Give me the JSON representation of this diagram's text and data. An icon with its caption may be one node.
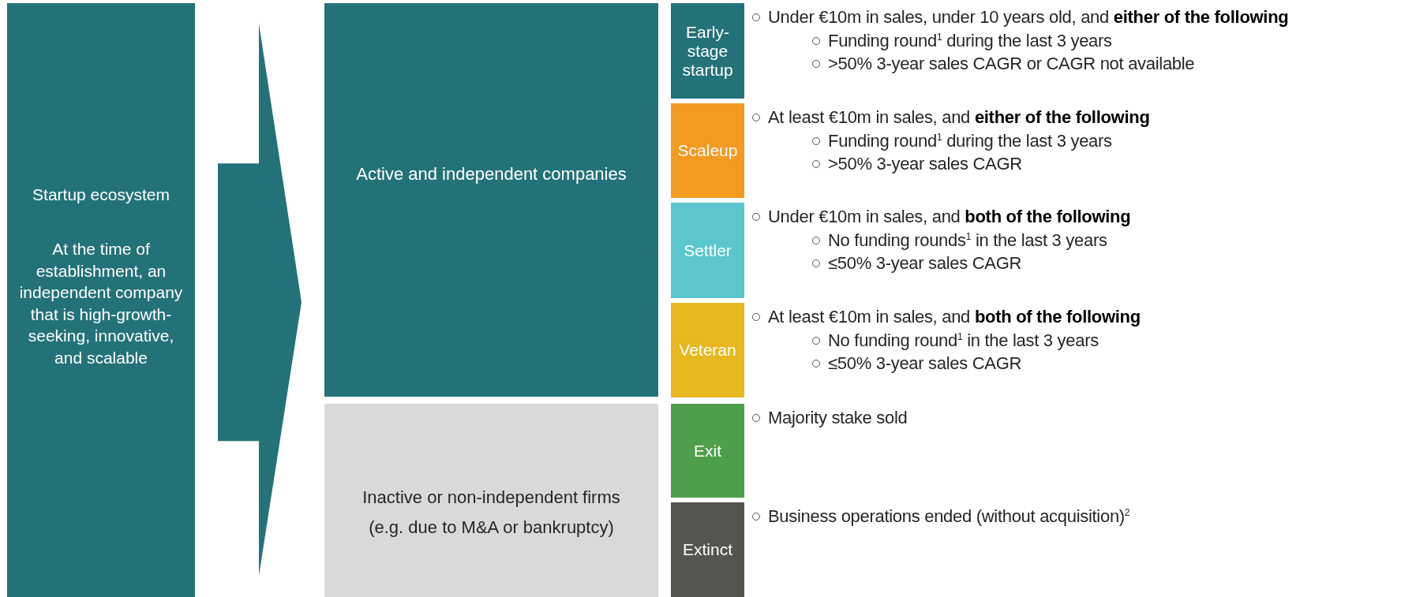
{
  "diagram": {
    "nodes": [
      {
        "text": [
          "Startup ecosystem",
          "At the time of establishment, an independent company that is high-growth-seeking, innovative, and scalable"
        ]
      },
      {
        "text": [
          "Active and independent companies"
        ]
      },
      {
        "text": [
          "Inactive or non-independent firms (e.g. due to M&A or bankruptcy)"
        ]
      },
      {
        "text": [
          "Early-stage startup"
        ],
        "beside": [
          "Under €10m in sales, under 10 years old, and **either of the following**",
          "Funding round$^{1}$ during the last 3 years",
          ">50% 3-year sales CAGR or CAGR not available"
        ]
      },
      {
        "text": [
          "Scaleup"
        ],
        "beside": [
          "At least €10m in sales, and **either of the following**",
          "Funding round$^{1}$ during the last 3 years",
          ">50% 3-year sales CAGR"
        ]
      },
      {
        "text": [
          "Settler"
        ],
        "beside": [
          "Under €10m in sales, and **both of the following**",
          "No funding rounds$^{1}$ in the last 3 years",
          "≤50% 3-year sales CAGR"
        ]
      },
      {
        "text": [
          "Veteran"
        ],
        "beside": [
          "At least €10m in sales, and **both of the following**",
          "No funding round$^{1}$ in the last 3 years",
          "≤50% 3-year sales CAGR"
        ]
      },
      {
        "text": [
          "Exit"
        ],
        "beside": [
          "Majority stake sold"
        ]
      },
      {
        "text": [
          "Extinct"
        ],
        "beside": [
          "Business operations ended (without acquisition)$^{2}$"
        ]
      }
    ],
    "edges": [
      {
        "from": 0,
        "to": 1,
        "arrow": "to"
      },
      {
        "from": 0,
        "to": 2,
        "arrow": "to"
      }
    ]
  }
}
